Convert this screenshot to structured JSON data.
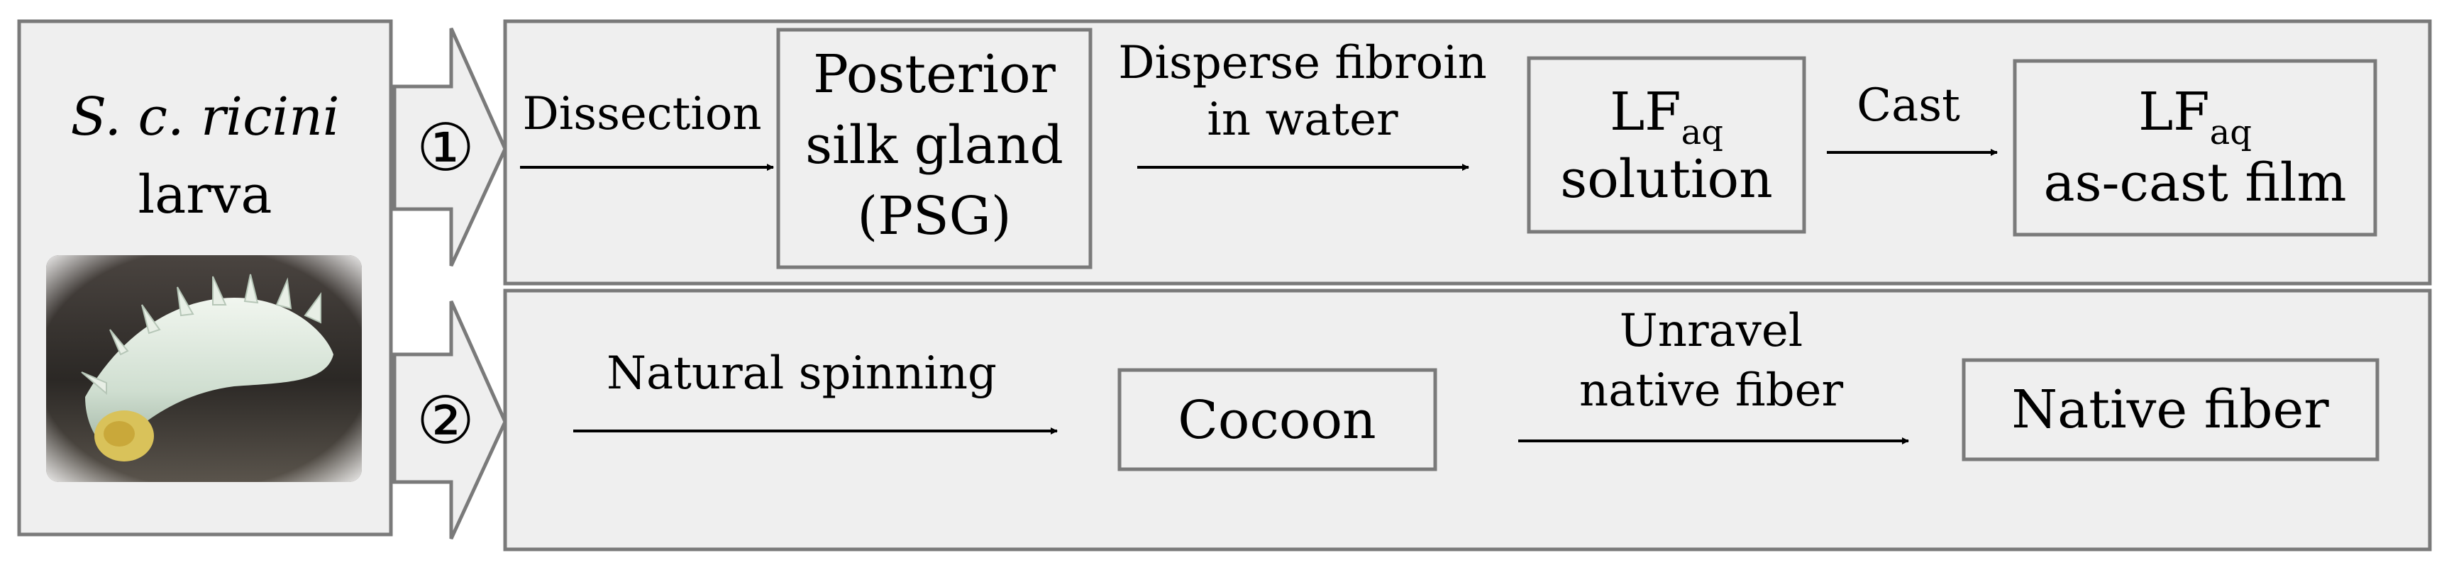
{
  "source": {
    "species": "S. c. ricini",
    "stage": "larva",
    "image": "larva-photo"
  },
  "routes": [
    {
      "marker": "①",
      "steps": [
        {
          "arrow_label": [
            "Dissection"
          ],
          "box": {
            "lines": [
              "Posterior",
              "silk gland",
              "(PSG)"
            ]
          }
        },
        {
          "arrow_label": [
            "Disperse fibroin",
            "in water"
          ],
          "box": {
            "lines": [
              {
                "base": "LF",
                "sub": "aq"
              },
              "solution"
            ]
          }
        },
        {
          "arrow_label": [
            "Cast"
          ],
          "box": {
            "lines": [
              {
                "base": "LF",
                "sub": "aq"
              },
              "as-cast film"
            ]
          }
        }
      ]
    },
    {
      "marker": "②",
      "steps": [
        {
          "arrow_label": [
            "Natural spinning"
          ],
          "box": {
            "lines": [
              "Cocoon"
            ]
          }
        },
        {
          "arrow_label": [
            "Unravel",
            "native fiber"
          ],
          "box": {
            "lines": [
              "Native fiber"
            ]
          }
        }
      ]
    }
  ],
  "colors": {
    "border": "#7a7a7a",
    "panel_fill": "#efefef",
    "box_fill": "#efefef",
    "arrow": "#000000",
    "text": "#111111"
  }
}
